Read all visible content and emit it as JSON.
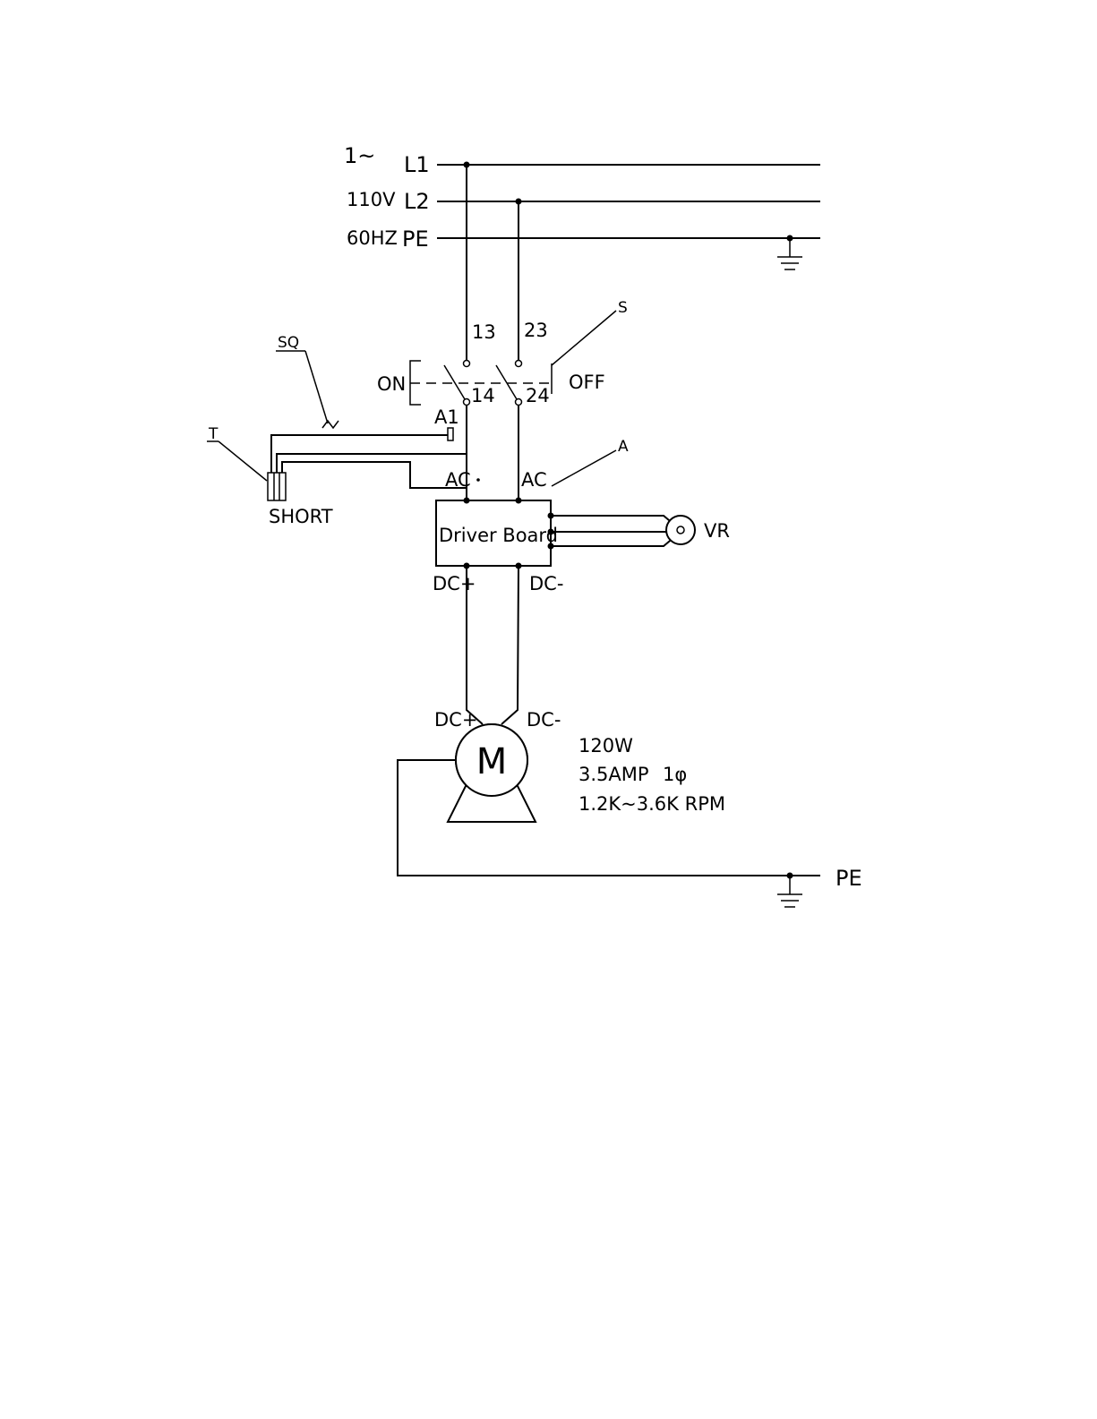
{
  "supply": {
    "phase": "1~",
    "voltage": "110V",
    "frequency": "60HZ",
    "line1": "L1",
    "line2": "L2",
    "earth": "PE"
  },
  "switch": {
    "designator": "S",
    "on_label": "ON",
    "off_label": "OFF",
    "terminals": [
      "13",
      "23",
      "14",
      "24"
    ]
  },
  "interlock": {
    "limit_switch": "SQ",
    "terminal": "A1",
    "transformer": "T",
    "short_label": "SHORT"
  },
  "driver": {
    "designator": "A",
    "title": "Driver Board",
    "ac_in_1": "AC",
    "ac_in_2": "AC",
    "dc_out_pos": "DC+",
    "dc_out_neg": "DC-"
  },
  "pot": {
    "label": "VR"
  },
  "motor": {
    "symbol": "M",
    "dc_pos": "DC+",
    "dc_neg": "DC-",
    "spec_power": "120W",
    "spec_current": "3.5AMP",
    "spec_phase": "1φ",
    "spec_speed": "1.2K~3.6K RPM"
  },
  "earth_bottom": "PE"
}
